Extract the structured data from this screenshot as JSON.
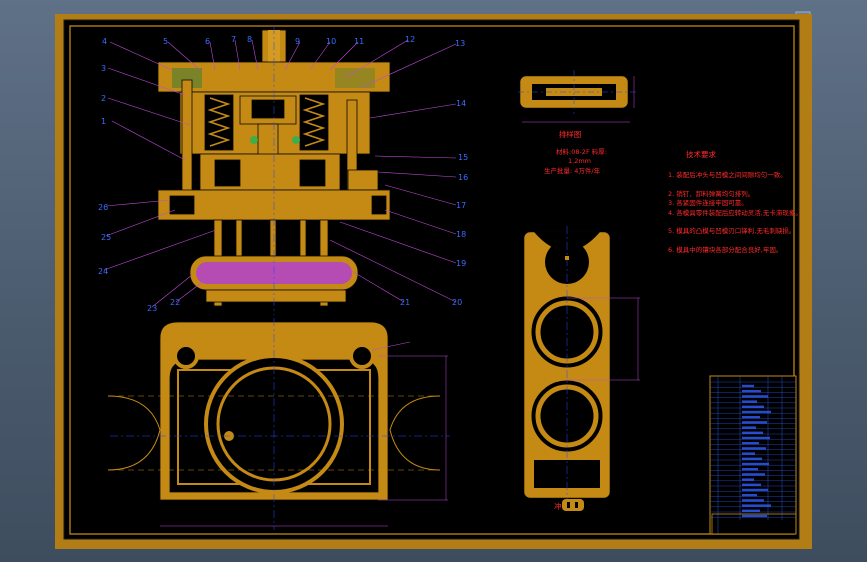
{
  "viewport_controls": {
    "close_icon": "×"
  },
  "part_labels": [
    "1",
    "2",
    "3",
    "4",
    "5",
    "6",
    "7",
    "8",
    "9",
    "10",
    "11",
    "12",
    "13",
    "14",
    "15",
    "16",
    "17",
    "18",
    "19",
    "20",
    "21",
    "22",
    "23",
    "24",
    "25",
    "26"
  ],
  "strip_layout": {
    "caption": "排样图",
    "material": "材料:08-2F  料厚:",
    "thickness": "1.2mm",
    "production": "生产批量: 4万件/年"
  },
  "technical_requirements": {
    "title": "技术要求",
    "items": [
      "1. 装配后冲头与凹模之间间隙均匀一致。",
      "2. 销钉、卸料弹簧均匀排列。",
      "3. 各紧固件连接牢固可靠。",
      "4. 各模具零件装配后应转动灵活,无卡滞现象。",
      "5. 模具的凸模与凹模刃口锋利,无毛刺缺损。",
      "6. 模具中的镶块各部分配合良好,牢固。"
    ]
  },
  "part_caption": "冲件",
  "colors": {
    "part": "#c48a14",
    "outline": "#0a0a0a",
    "label": "#3a6cff",
    "leader": "#c04ad8",
    "note": "#ff2a2a",
    "centerline": "#2846ff",
    "pad": "#b44cb4"
  }
}
